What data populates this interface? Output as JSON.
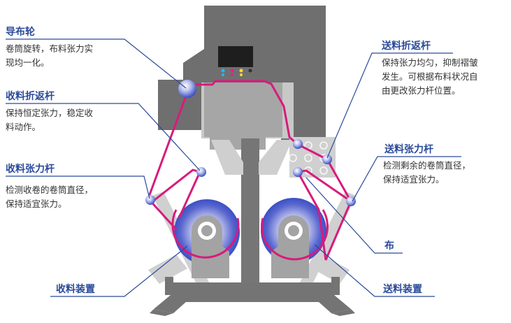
{
  "colors": {
    "machine_dark": "#777777",
    "machine_light": "#a9a9a9",
    "machine_pale": "#d2d2d2",
    "fabric_line": "#d81b7c",
    "leader_line": "#2a4a9a",
    "label_text": "#2a4a9a",
    "roll_blue": "#3b4fc4"
  },
  "labels": {
    "guide_roller": {
      "title": "导布轮",
      "desc": [
        "卷筒旋转，布料张力实",
        "现均一化。"
      ]
    },
    "takeup_turn_bar": {
      "title": "收料折返杆",
      "desc": [
        "保持恒定张力，稳定收",
        "料动作。"
      ]
    },
    "takeup_tension_bar": {
      "title": "收料张力杆",
      "desc": [
        "检测收卷的卷筒直径，",
        "保持适宜张力。"
      ]
    },
    "takeup_unit": {
      "title": "收料装置"
    },
    "feed_turn_bar": {
      "title": "送料折返杆",
      "desc": [
        "保持张力均匀，抑制褶皱",
        "发生。可根据布料状况自",
        "由更改张力杆位置。"
      ]
    },
    "feed_tension_bar": {
      "title": "送料张力杆",
      "desc": [
        "检测剩余的卷筒直径，",
        "保持适宜张力。"
      ]
    },
    "fabric": {
      "title": "布"
    },
    "feed_unit": {
      "title": "送料装置"
    }
  }
}
